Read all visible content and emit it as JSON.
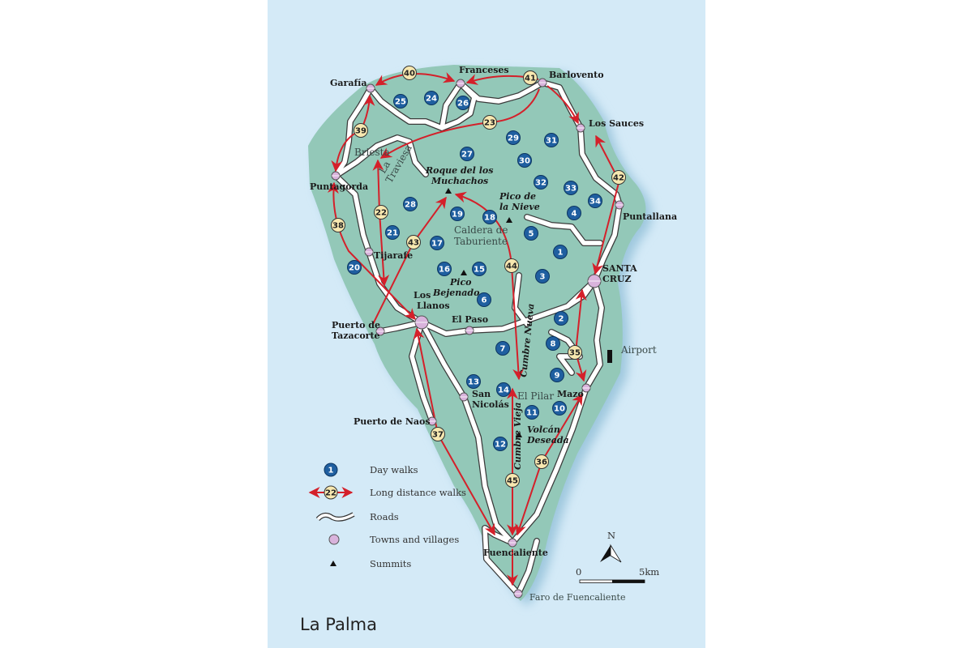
{
  "title": "La Palma",
  "colors": {
    "sea": "#d4eaf7",
    "land": "#93c8b8",
    "day_walk": "#1f5fa0",
    "long_walk_fill": "#f7e8b0",
    "route": "#d4202a",
    "town": "#d9b3dc",
    "road": "#ffffff"
  },
  "towns": [
    "Garafía",
    "Franceses",
    "Barlovento",
    "Los Sauces",
    "Puntagorda",
    "Puntallana",
    "Tijarafe",
    "SANTA CRUZ",
    "Los Llanos",
    "Puerto de Tazacorte",
    "El Paso",
    "San Nicolás",
    "Puerto de Naos",
    "Mazo",
    "Fuencaliente",
    "Faro de Fuencaliente"
  ],
  "summits": [
    "Roque del los Muchachos",
    "Pico de la Nieve",
    "Pico Bejenado",
    "Volcán Deseada"
  ],
  "places": [
    "Briesta",
    "La Traviesa",
    "Caldera de Taburiente",
    "Cumbre Nueva",
    "Cumbre Vieja",
    "El Pilar",
    "Airport"
  ],
  "day_walks": [
    "1",
    "2",
    "3",
    "4",
    "5",
    "6",
    "7",
    "8",
    "9",
    "10",
    "11",
    "12",
    "13",
    "14",
    "15",
    "16",
    "17",
    "18",
    "19",
    "20",
    "21",
    "24",
    "25",
    "26",
    "27",
    "28",
    "29",
    "30",
    "31",
    "32",
    "33",
    "34"
  ],
  "long_walks": [
    "40",
    "41",
    "23",
    "39",
    "22",
    "38",
    "43",
    "44",
    "42",
    "35",
    "36",
    "37",
    "45"
  ],
  "legend": [
    {
      "symbol": "1",
      "label": "Day walks"
    },
    {
      "symbol": "22",
      "label": "Long distance walks"
    },
    {
      "symbol": "",
      "label": "Roads"
    },
    {
      "symbol": "",
      "label": "Towns and villages"
    },
    {
      "symbol": "",
      "label": "Summits"
    }
  ],
  "compass": "N",
  "scale": {
    "start": "0",
    "end": "5km"
  }
}
